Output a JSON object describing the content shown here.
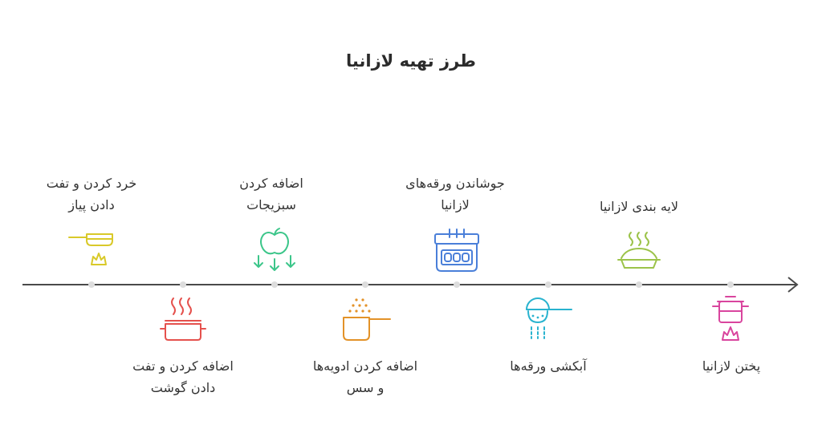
{
  "title": "طرز تهیه لازانیا",
  "steps": [
    {
      "label": "خرد کردن و تفت\nدادن پیاز",
      "icon": "frying-pan-on-flame-icon",
      "color": "#d9c929"
    },
    {
      "label": "اضافه کردن و تفت\nدادن گوشت",
      "icon": "steaming-pot-icon",
      "color": "#e5514d"
    },
    {
      "label": "اضافه کردن\nسبزیجات",
      "icon": "vegetables-falling-icon",
      "color": "#3cc68a"
    },
    {
      "label": "اضافه کردن ادویه‌ها\nو سس",
      "icon": "saucepan-with-spices-icon",
      "color": "#e39228"
    },
    {
      "label": "جوشاندن ورقه‌های\nلازانیا",
      "icon": "boiling-pasta-sheets-icon",
      "color": "#4a7fd9"
    },
    {
      "label": "آبکشی ورقه‌ها",
      "icon": "colander-draining-icon",
      "color": "#29b3cf"
    },
    {
      "label": "لایه بندی لازانیا",
      "icon": "layered-dish-icon",
      "color": "#9cc34a"
    },
    {
      "label": "پختن لازانیا",
      "icon": "cooking-pot-on-fire-icon",
      "color": "#d9459e"
    }
  ]
}
